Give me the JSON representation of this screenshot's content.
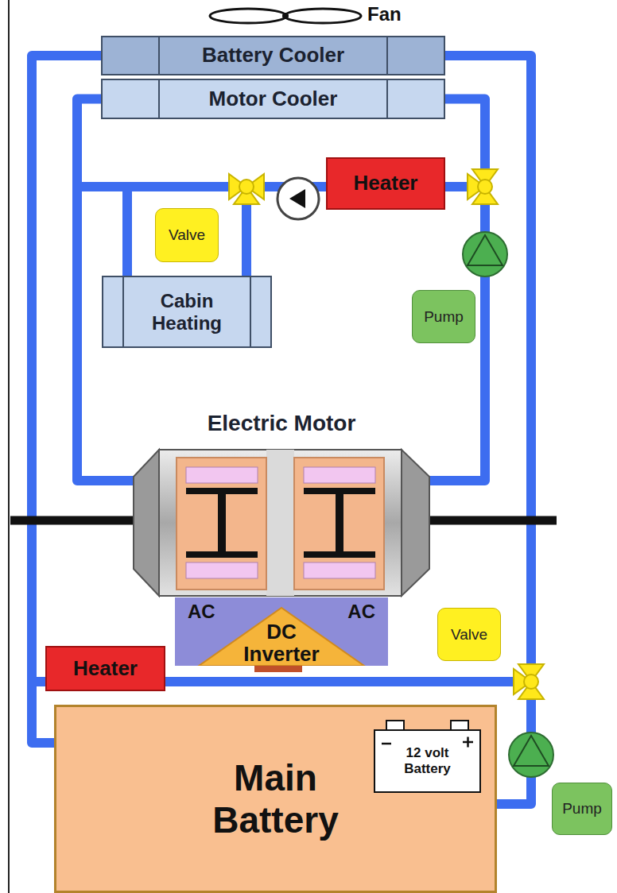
{
  "diagram": {
    "nodes": [
      {
        "text": [
          "Battery Cooler"
        ]
      },
      {
        "text": [
          "Motor Cooler"
        ]
      },
      {
        "text": [
          "Heater"
        ]
      },
      {
        "text": [
          "Valve"
        ]
      },
      {
        "text": [
          "Cabin Heating"
        ]
      },
      {
        "text": [
          "Pump"
        ]
      },
      {
        "text": [
          "Electric Motor"
        ]
      },
      {
        "text": [
          "AC",
          "DC Inverter",
          "AC"
        ]
      },
      {
        "text": [
          "Valve"
        ]
      },
      {
        "text": [
          "Heater"
        ]
      },
      {
        "text": [
          "Main Battery"
        ]
      },
      {
        "text": [
          "12 volt Battery"
        ],
        "in": 10
      },
      {
        "text": [
          "Pump"
        ]
      }
    ],
    "edges": [
      {
        "from": 0,
        "to": 10,
        "arrow": "none"
      },
      {
        "from": 10,
        "to": 0,
        "arrow": "none"
      },
      {
        "from": 1,
        "to": 6,
        "arrow": "none"
      },
      {
        "from": 6,
        "to": 1,
        "arrow": "none"
      },
      {
        "from": 2,
        "to": 4,
        "arrow": "none"
      }
    ],
    "labels": [
      "Fan"
    ]
  }
}
